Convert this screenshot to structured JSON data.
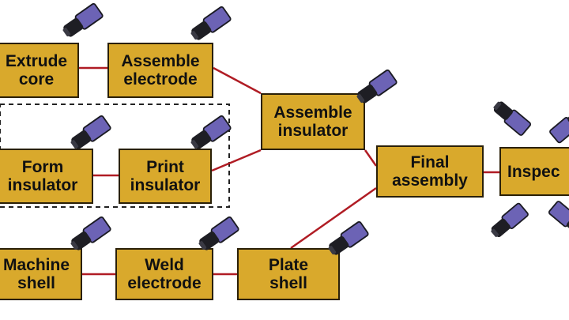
{
  "colors": {
    "box_fill": "#d9a92c",
    "box_border": "#2a2008",
    "connector": "#b01c24",
    "camera_lens": "#1e1e24",
    "camera_body": "#6c63b5",
    "dashed_group": "#222222"
  },
  "nodes": {
    "extrude_core": {
      "line1": "Extrude",
      "line2": "core"
    },
    "assemble_electrode": {
      "line1": "Assemble",
      "line2": "electrode"
    },
    "form_insulator": {
      "line1": "Form",
      "line2": "insulator"
    },
    "print_insulator": {
      "line1": "Print",
      "line2": "insulator"
    },
    "assemble_insulator": {
      "line1": "Assemble",
      "line2": "insulator"
    },
    "final_assembly": {
      "line1": "Final",
      "line2": "assembly"
    },
    "inspect": {
      "line1": "Inspec"
    },
    "machine_shell": {
      "line1": "Machine",
      "line2": "shell"
    },
    "weld_electrode": {
      "line1": "Weld",
      "line2": "electrode"
    },
    "plate_shell": {
      "line1": "Plate",
      "line2": "shell"
    }
  },
  "icons": {
    "camera": "video-camera-icon"
  }
}
